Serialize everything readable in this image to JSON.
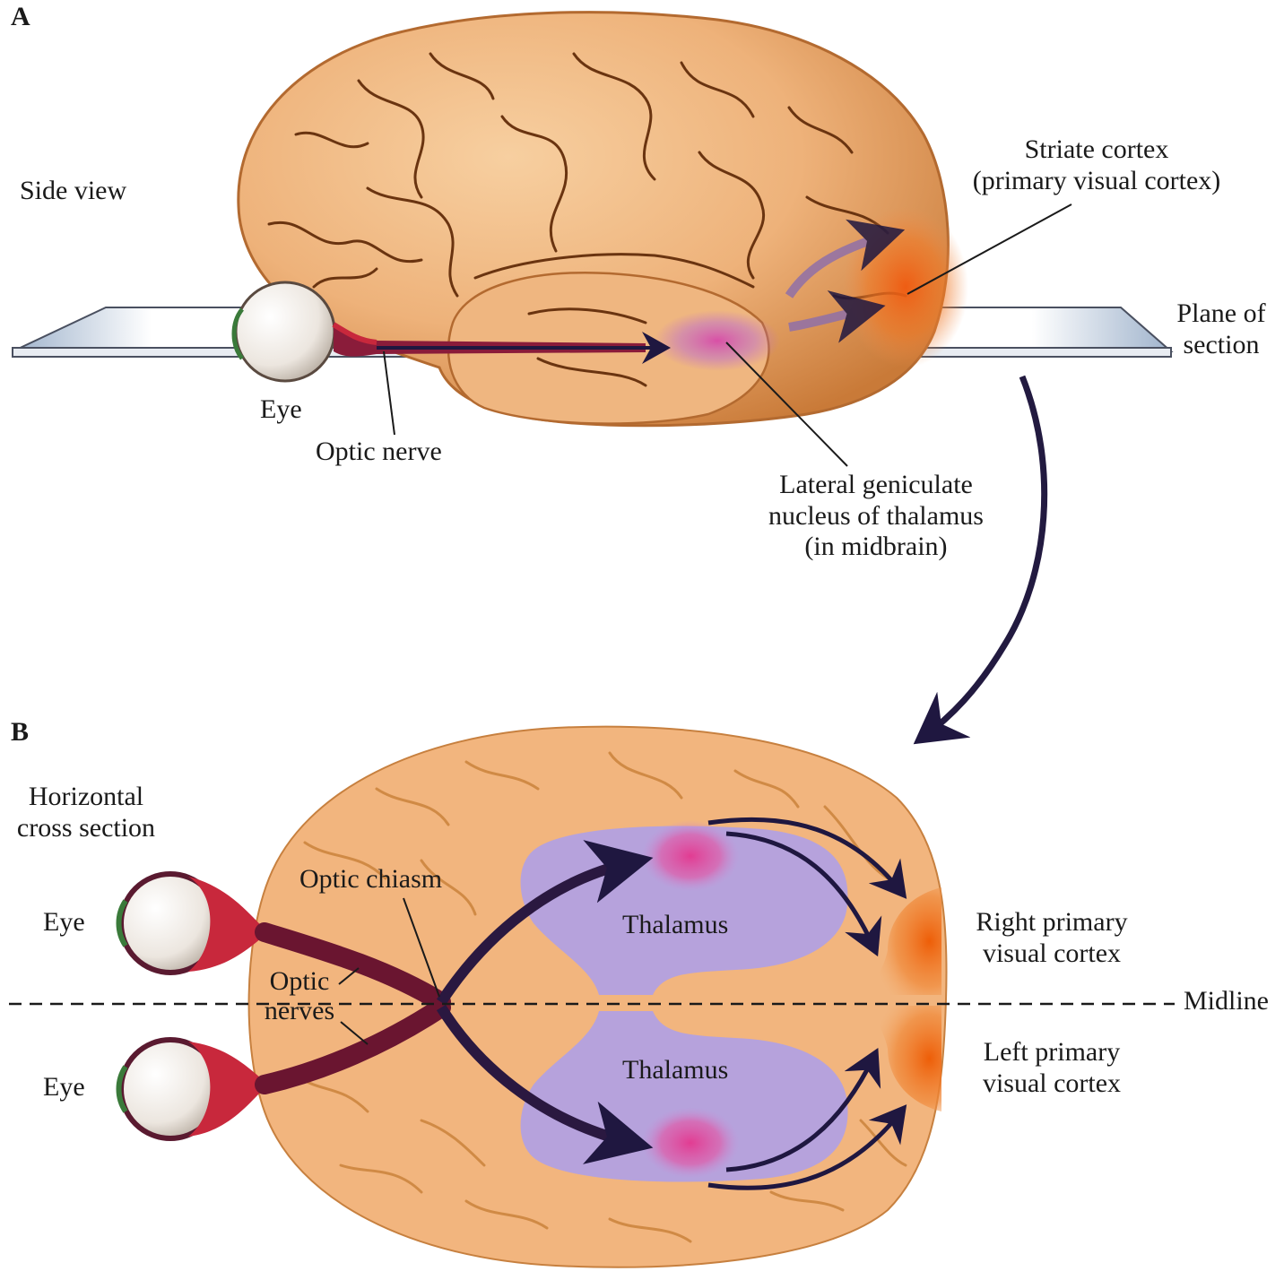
{
  "panel_a": {
    "letter": "A",
    "view_label": "Side view",
    "striate_cortex": [
      "Striate cortex",
      "(primary visual cortex)"
    ],
    "plane_of_section": [
      "Plane of",
      "section"
    ],
    "eye": "Eye",
    "optic_nerve": "Optic nerve",
    "lgn": [
      "Lateral geniculate",
      "nucleus of thalamus",
      "(in midbrain)"
    ]
  },
  "panel_b": {
    "letter": "B",
    "view_label": [
      "Horizontal",
      "cross section"
    ],
    "eye_top": "Eye",
    "eye_bottom": "Eye",
    "optic_chiasm": "Optic chiasm",
    "optic_nerves": [
      "Optic",
      "nerves"
    ],
    "thalamus_top": "Thalamus",
    "thalamus_bottom": "Thalamus",
    "right_cortex": [
      "Right primary",
      "visual cortex"
    ],
    "left_cortex": [
      "Left primary",
      "visual cortex"
    ],
    "midline": "Midline"
  },
  "colors": {
    "brain": "#eeb27a",
    "brain_dark": "#b86a2a",
    "cortex": "#ee6a12",
    "thalamus": "#b4a2dc",
    "lgn": "#e2449a",
    "nerve": "#6a1530",
    "arrow": "#1f1740",
    "eye_red": "#c8283c"
  }
}
